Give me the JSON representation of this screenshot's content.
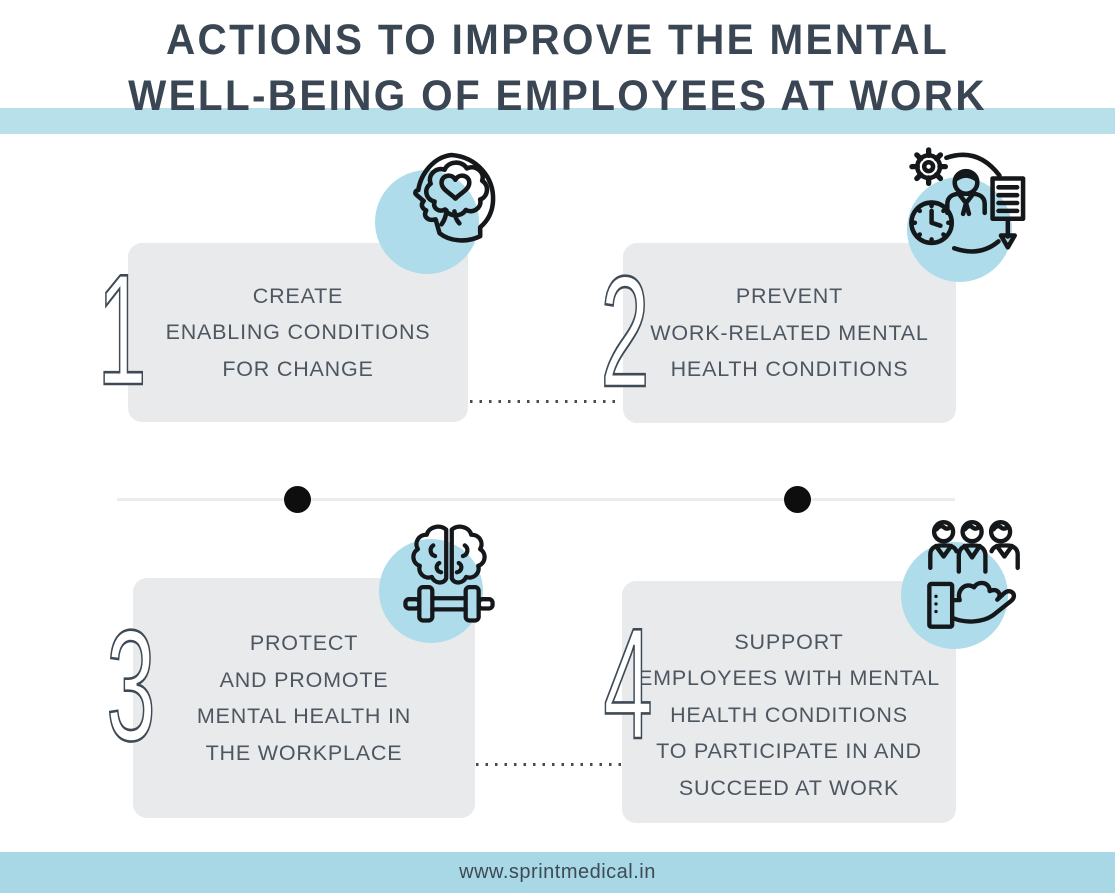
{
  "title": {
    "line1": "ACTIONS TO IMPROVE THE MENTAL",
    "line2": "WELL-BEING OF EMPLOYEES AT WORK"
  },
  "steps": [
    {
      "number": "1",
      "icon": "head-brain-heart-icon",
      "lines": [
        "CREATE",
        "ENABLING CONDITIONS",
        "FOR CHANGE"
      ]
    },
    {
      "number": "2",
      "icon": "prevention-gear-clock-person-icon",
      "lines": [
        "PREVENT",
        "WORK-RELATED MENTAL",
        "HEALTH CONDITIONS"
      ]
    },
    {
      "number": "3",
      "icon": "brain-dumbbell-icon",
      "lines": [
        "PROTECT",
        "AND PROMOTE",
        "MENTAL HEALTH IN",
        "THE WORKPLACE"
      ]
    },
    {
      "number": "4",
      "icon": "people-support-hand-icon",
      "lines": [
        "SUPPORT",
        "EMPLOYEES WITH MENTAL",
        "HEALTH CONDITIONS",
        "TO PARTICIPATE IN AND",
        "SUCCEED AT WORK"
      ]
    }
  ],
  "footer": {
    "website": "www.sprintmedical.in"
  },
  "colors": {
    "accent_blue": "#aedceb",
    "header_band": "#b7e0eb",
    "footer_band": "#a8d8e6",
    "card_gray": "#e9eaeb",
    "title_text": "#3a4653",
    "body_text": "#4d5761",
    "icon_stroke": "#15181b"
  }
}
